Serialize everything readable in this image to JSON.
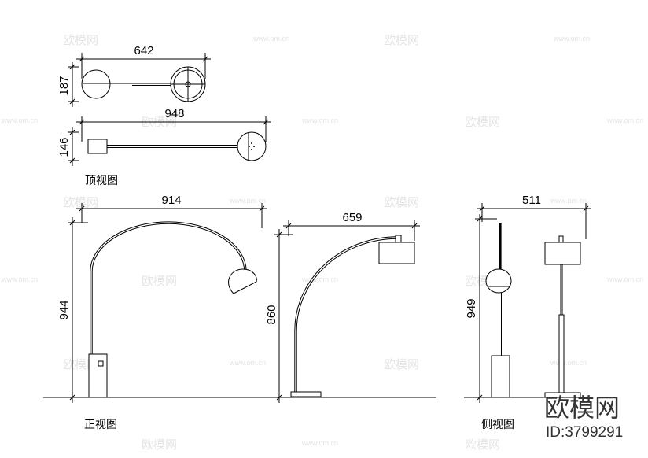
{
  "top_view": {
    "label": "顶视图",
    "plan_1": {
      "width": "642",
      "depth": "187"
    },
    "plan_2": {
      "width": "948",
      "depth": "146"
    }
  },
  "front_view": {
    "label": "正视图",
    "arc_lamp": {
      "width": "914",
      "height": "944"
    },
    "shade_lamp": {
      "width": "659",
      "height": "860"
    }
  },
  "side_view": {
    "label": "侧视图",
    "width": "511",
    "height": "949"
  },
  "watermark": {
    "logo": "欧模网",
    "site": "www.om.cn"
  },
  "brand": {
    "logo": "欧模网",
    "id": "ID:3799291"
  },
  "colors": {
    "background": "#ffffff",
    "line": "#000000",
    "watermark": "#e4e4e4",
    "logo": "#333333"
  }
}
